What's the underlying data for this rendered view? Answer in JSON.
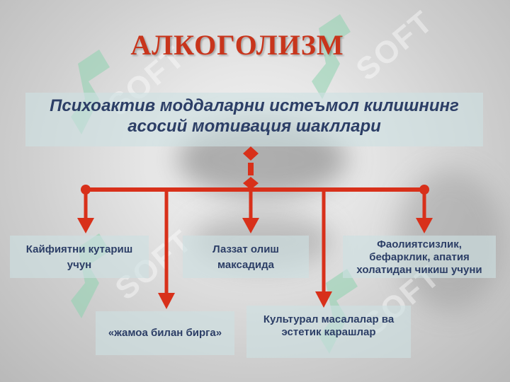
{
  "title": "АЛКОГОЛИЗМ",
  "banner": {
    "line1": "Психоактив моддаларни истеъмол килишнинг",
    "line2": "асосий мотивация шакллари"
  },
  "items": [
    {
      "line1": "Кайфиятни кутариш",
      "line2": "учун"
    },
    {
      "line1": "«жамоа билан бирга»"
    },
    {
      "line1": "Лаззат олиш",
      "line2": "максадида"
    },
    {
      "line1": "Культурал масалалар ва",
      "line2": "эстетик карашлар"
    },
    {
      "line1": "Фаолиятсизлик,",
      "line2": "бефарклик, апатия",
      "line3": "холатидан чикиш учуни"
    }
  ],
  "watermark": "SOFT",
  "colors": {
    "connector": "#d8301a",
    "title": "#c8351c",
    "text": "#2c3e66"
  }
}
